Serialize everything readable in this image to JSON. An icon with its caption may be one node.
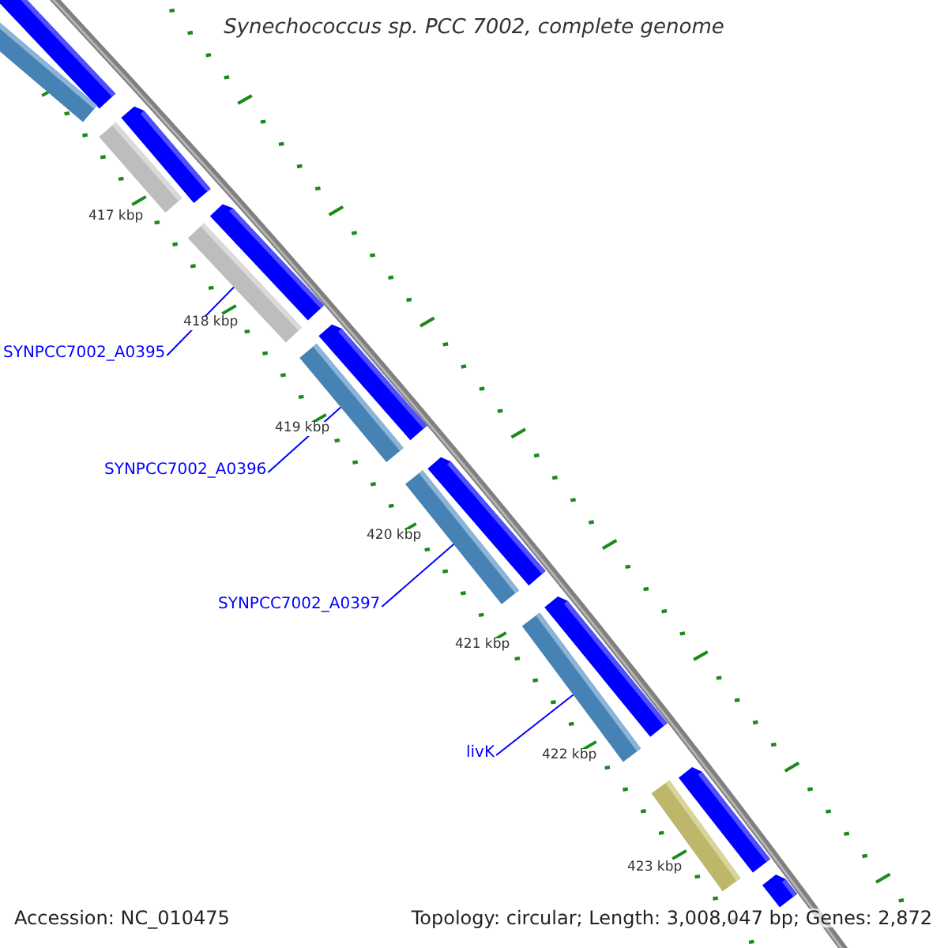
{
  "diagram": {
    "title": "Synechococcus sp. PCC 7002, complete genome",
    "nodes": [
      {
        "text": [
          "SYNPCC7002_A0395"
        ]
      },
      {
        "text": [
          "SYNPCC7002_A0396"
        ]
      },
      {
        "text": [
          "SYNPCC7002_A0397"
        ]
      },
      {
        "text": [
          "livK"
        ]
      },
      {
        "text": [],
        "shape": "pentagon"
      },
      {
        "text": [],
        "shape": "bar"
      },
      {
        "text": [],
        "shape": "pentagon"
      },
      {
        "text": [],
        "shape": "bar"
      },
      {
        "text": [],
        "shape": "pentagon"
      },
      {
        "text": [],
        "shape": "bar"
      },
      {
        "text": [],
        "shape": "pentagon"
      },
      {
        "text": [],
        "shape": "bar"
      },
      {
        "text": [],
        "shape": "pentagon"
      },
      {
        "text": [],
        "shape": "bar"
      },
      {
        "text": [],
        "shape": "pentagon"
      },
      {
        "text": [],
        "shape": "bar"
      },
      {
        "text": [],
        "shape": "pentagon"
      },
      {
        "text": [],
        "shape": "bar"
      },
      {
        "text": [],
        "shape": "pentagon"
      }
    ],
    "edges": [
      {
        "from": 0,
        "to": 9,
        "arrow": "none"
      },
      {
        "from": 1,
        "to": 11,
        "arrow": "none"
      },
      {
        "from": 2,
        "to": 13,
        "arrow": "none"
      },
      {
        "from": 3,
        "to": 15,
        "arrow": "none"
      }
    ],
    "labels": [
      "417 kbp",
      "418 kbp",
      "419 kbp",
      "420 kbp",
      "421 kbp",
      "422 kbp",
      "423 kbp",
      "Accession: NC_010475",
      "Topology: circular; Length: 3,008,047 bp; Genes: 2,872"
    ]
  }
}
